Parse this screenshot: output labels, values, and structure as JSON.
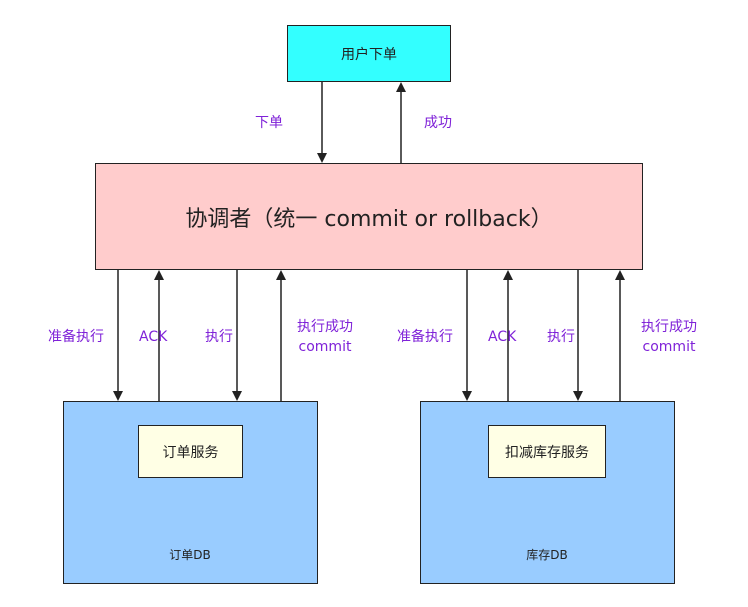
{
  "nodes": {
    "user_order": "用户下单",
    "coordinator": "协调者（统一 commit or rollback）",
    "order_service": "订单服务",
    "order_db": "订单DB",
    "stock_service": "扣减库存服务",
    "stock_db": "库存DB"
  },
  "edges": {
    "place_order": "下单",
    "success": "成功",
    "order_prepare": "准备执行",
    "order_ack": "ACK",
    "order_execute": "执行",
    "order_exec_success": "执行成功",
    "order_commit": "commit",
    "stock_prepare": "准备执行",
    "stock_ack": "ACK",
    "stock_execute": "执行",
    "stock_exec_success": "执行成功",
    "stock_commit": "commit"
  },
  "colors": {
    "user_box": "#33ffff",
    "coordinator_box": "#ffcccc",
    "service_container": "#99ccff",
    "service_box": "#ffffe5",
    "db_cylinder": "#ffffe5",
    "edge_label": "#7f22d8"
  }
}
